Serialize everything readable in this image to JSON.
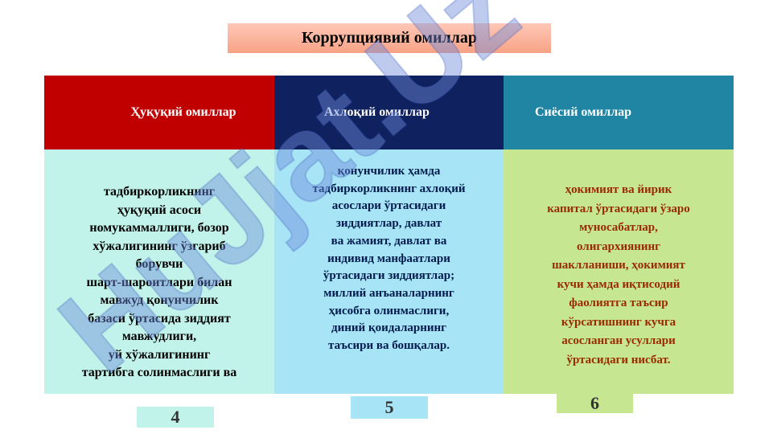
{
  "title": "Коррупциявий омиллар",
  "columns": [
    {
      "header": "Ҳуқуқий омиллар",
      "lines": [
        "тадбиркорликнинг",
        "ҳуқуқий асоси",
        "номукаммаллиги, бозор",
        "хўжалигининг ўзгариб",
        "борувчи",
        "шарт-шароитлари билан",
        "мавжуд қонунчилик",
        "базаси ўртасида зиддият",
        "мавжудлиги,",
        "уй хўжалигининг",
        "тартибга солинмаслиги ва"
      ],
      "number": "4"
    },
    {
      "header": "Ахлоқий омиллар",
      "lines": [
        "қонунчилик ҳамда",
        "тадбиркорликнинг ахлоқий",
        "асослари ўртасидаги",
        "зиддиятлар, давлат",
        "ва жамият, давлат ва",
        "индивид манфаатлари",
        "ўртасидаги зиддиятлар;",
        "миллий анъаналарнинг",
        "ҳисобга олинмаслиги,",
        "диний қоидаларнинг",
        "таъсири ва бошқалар."
      ],
      "number": "5"
    },
    {
      "header": "Сиёсий омиллар",
      "lines": [
        "ҳокимият ва йирик",
        "капитал ўртасидаги ўзаро",
        "муносабатлар,",
        "олигархиянинг",
        "шаклланиши, ҳокимият",
        "кучи ҳамда иқтисодий",
        "фаолиятга таъсир",
        "кўрсатишнинг кучга",
        "асосланган усуллари",
        "ўртасидаги нисбат."
      ],
      "number": "6"
    }
  ],
  "watermark_text": "HuJjat.Uz",
  "colors": {
    "header1": "#c00000",
    "header2": "#0f215e",
    "header3": "#1f85a3",
    "body1": "#c2f3ea",
    "body2": "#a6e4f6",
    "body3": "#c7e691",
    "title_bg": "#f7a286"
  }
}
